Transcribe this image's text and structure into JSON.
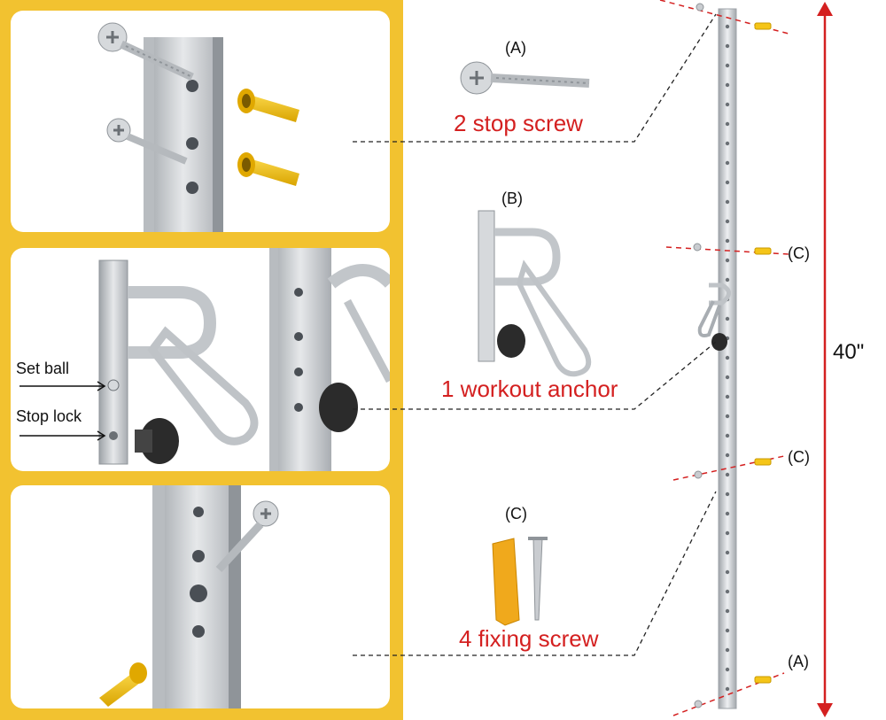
{
  "parts": {
    "a": {
      "letter": "(A)",
      "caption": "2 stop screw"
    },
    "b": {
      "letter": "(B)",
      "caption": "1 workout anchor"
    },
    "c": {
      "letter": "(C)",
      "caption": "4 fixing screw"
    }
  },
  "detail_labels": {
    "set_ball": "Set ball",
    "stop_lock": "Stop lock"
  },
  "rail_labels": {
    "c_upper": "(C)",
    "c_lower": "(C)",
    "a_bottom": "(A)"
  },
  "height": "40\"",
  "colors": {
    "accent_red": "#d42020",
    "frame_yellow": "#f2c230",
    "anchor_yellow": "#f5c518",
    "metal": "#c9ccd0"
  }
}
